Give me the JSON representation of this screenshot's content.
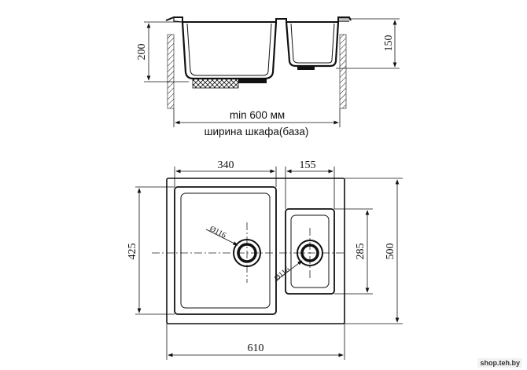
{
  "side_view": {
    "depth_main": "200",
    "depth_small": "150",
    "note_min": "min 600 мм",
    "note_cabinet": "ширина шкафа(база)"
  },
  "top_view": {
    "width_main_bowl": "340",
    "width_small_bowl": "155",
    "height_main_bowl": "425",
    "height_small_bowl": "285",
    "height_total": "500",
    "width_total": "610",
    "drain_main": "Ø116",
    "drain_small": "Ø116"
  },
  "watermark": "shop.teh.by"
}
